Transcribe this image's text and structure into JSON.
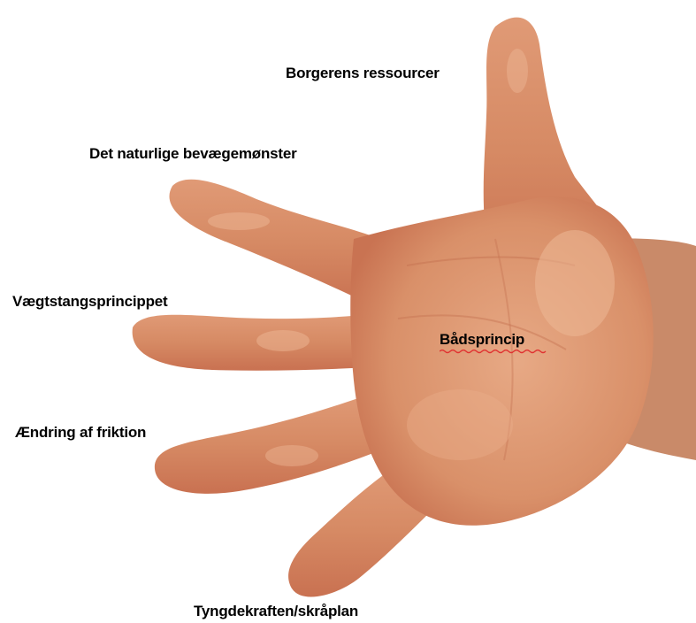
{
  "diagram": {
    "labels": {
      "thumb": "Borgerens ressourcer",
      "index": "Det naturlige bevægemønster",
      "middle": "Vægtstangsprincippet",
      "ring": "Ændring af friktion",
      "little": "Tyngdekraften/skråplan",
      "palm": "Bådsprincip"
    },
    "colors": {
      "skin": "#d9906a",
      "skin_light": "#e8ab87",
      "skin_dark": "#c86e4f",
      "label_text": "#000000",
      "spellcheck_underline": "#e03030"
    }
  }
}
